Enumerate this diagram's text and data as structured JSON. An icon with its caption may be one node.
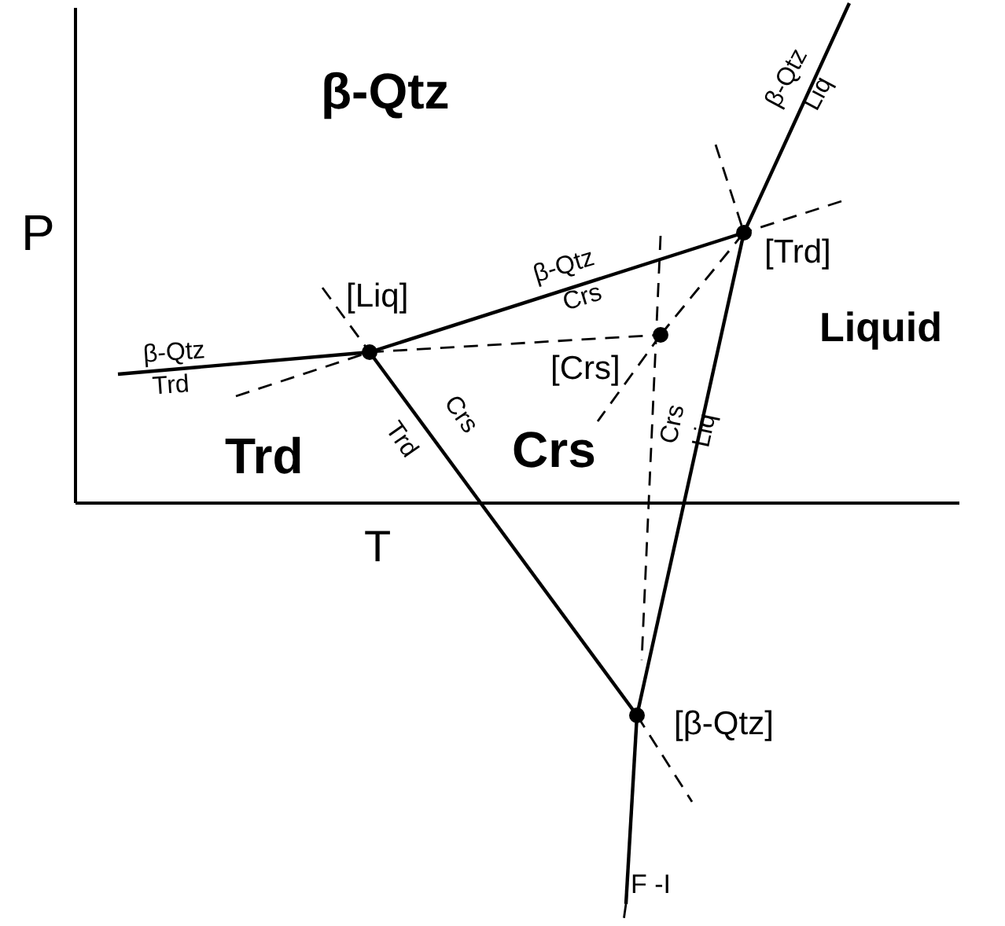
{
  "diagram": {
    "labels": [
      "β-Qtz",
      "β-Qtz",
      "Liq",
      "P",
      "[Trd]",
      "[Liq]",
      "β-Qtz",
      "Crs",
      "Liquid",
      "β-Qtz",
      "Trd",
      "[Crs]",
      "Trd",
      "Crs",
      "Trd",
      "Crs",
      "Crs",
      "Liq",
      "T",
      "[β-Qtz]",
      "F -I"
    ]
  }
}
